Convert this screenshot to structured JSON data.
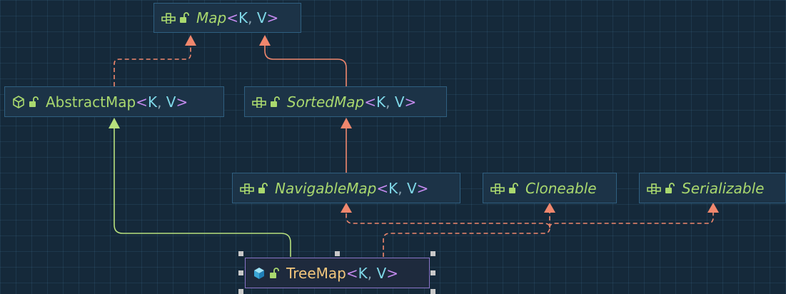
{
  "colors": {
    "interface_arrow": "#f0876d",
    "class_arrow": "#b7e07d",
    "interface_name": "#a9d86e",
    "class_name_selected": "#f4c77c",
    "type_param": "#7fd8e8",
    "angle_bracket": "#c58bf0",
    "selection_border": "#8a74c8"
  },
  "nodes": {
    "map": {
      "name": "Map",
      "kind": "interface",
      "italic": true,
      "generic": true,
      "icon": "interface-icon",
      "lt": "<",
      "p1": "K",
      "comma": ",",
      "p2": "V",
      "gt": ">"
    },
    "abstractmap": {
      "name": "AbstractMap",
      "kind": "abstract-class",
      "italic": false,
      "generic": true,
      "icon": "abstract-class-icon",
      "lt": "<",
      "p1": "K",
      "comma": ",",
      "p2": "V",
      "gt": ">"
    },
    "sortedmap": {
      "name": "SortedMap",
      "kind": "interface",
      "italic": true,
      "generic": true,
      "icon": "interface-icon",
      "lt": "<",
      "p1": "K",
      "comma": ",",
      "p2": "V",
      "gt": ">"
    },
    "navigablemap": {
      "name": "NavigableMap",
      "kind": "interface",
      "italic": true,
      "generic": true,
      "icon": "interface-icon",
      "lt": "<",
      "p1": "K",
      "comma": ",",
      "p2": "V",
      "gt": ">"
    },
    "cloneable": {
      "name": "Cloneable",
      "kind": "interface",
      "italic": true,
      "generic": false,
      "icon": "interface-icon"
    },
    "serializable": {
      "name": "Serializable",
      "kind": "interface",
      "italic": true,
      "generic": false,
      "icon": "interface-icon"
    },
    "treemap": {
      "name": "TreeMap",
      "kind": "class",
      "italic": false,
      "generic": true,
      "icon": "class-icon",
      "selected": true,
      "lt": "<",
      "p1": "K",
      "comma": ",",
      "p2": "V",
      "gt": ">"
    }
  },
  "edges": [
    {
      "from": "abstractmap",
      "to": "map",
      "relation": "implements",
      "style": "dashed"
    },
    {
      "from": "sortedmap",
      "to": "map",
      "relation": "extends",
      "style": "solid"
    },
    {
      "from": "navigablemap",
      "to": "sortedmap",
      "relation": "extends",
      "style": "solid"
    },
    {
      "from": "treemap",
      "to": "abstractmap",
      "relation": "extends",
      "style": "solid"
    },
    {
      "from": "treemap",
      "to": "navigablemap",
      "relation": "implements",
      "style": "dashed"
    },
    {
      "from": "treemap",
      "to": "cloneable",
      "relation": "implements",
      "style": "dashed"
    },
    {
      "from": "treemap",
      "to": "serializable",
      "relation": "implements",
      "style": "dashed"
    }
  ]
}
